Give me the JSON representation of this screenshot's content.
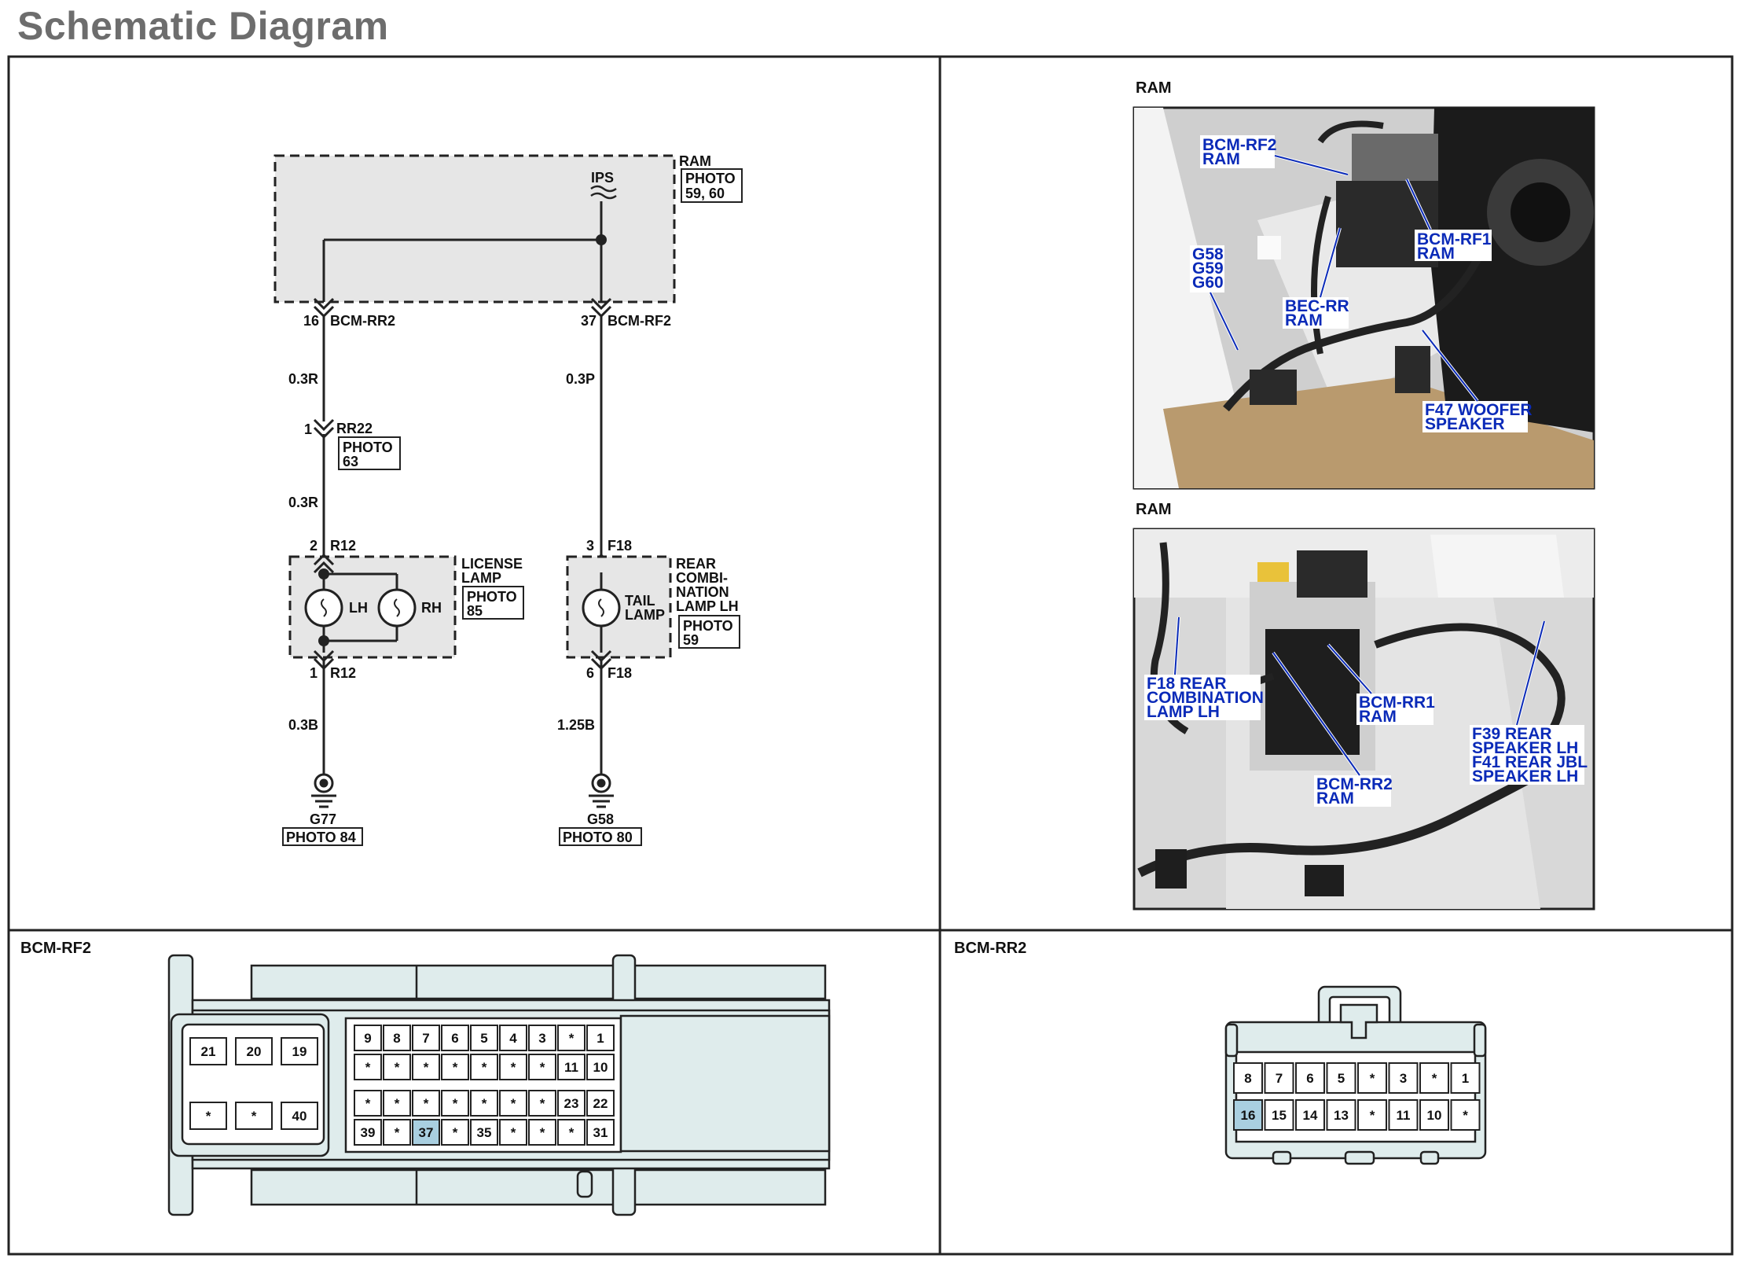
{
  "page_title": "Schematic Diagram",
  "schematic": {
    "ram_label": "RAM",
    "ram_photo_1": "PHOTO",
    "ram_photo_2": "59, 60",
    "ips_label": "IPS",
    "left_connector": {
      "pin": "16",
      "name": "BCM-RR2"
    },
    "right_connector": {
      "pin": "37",
      "name": "BCM-RF2"
    },
    "left_wire_1": "0.3R",
    "right_wire_1": "0.3P",
    "rr22": {
      "pin": "1",
      "name": "RR22",
      "photo_1": "PHOTO",
      "photo_2": "63"
    },
    "left_wire_2": "0.3R",
    "r12_top": {
      "pin": "2",
      "name": "R12"
    },
    "f18_top": {
      "pin": "3",
      "name": "F18"
    },
    "license_lamp": {
      "line1": "LICENSE",
      "line2": "LAMP",
      "photo_1": "PHOTO",
      "photo_2": "85",
      "lh": "LH",
      "rh": "RH"
    },
    "rear_combi": {
      "line1": "REAR",
      "line2": "COMBI-",
      "line3": "NATION",
      "line4": "LAMP LH",
      "photo_1": "PHOTO",
      "photo_2": "59",
      "tail_1": "TAIL",
      "tail_2": "LAMP"
    },
    "r12_bottom": {
      "pin": "1",
      "name": "R12"
    },
    "f18_bottom": {
      "pin": "6",
      "name": "F18"
    },
    "left_wire_3": "0.3B",
    "right_wire_3": "1.25B",
    "ground_left": {
      "name": "G77",
      "photo": "PHOTO 84"
    },
    "ground_right": {
      "name": "G58",
      "photo": "PHOTO 80"
    }
  },
  "photos": {
    "top": {
      "title": "RAM",
      "labels": [
        {
          "line1": "BCM-RF2",
          "line2": "RAM"
        },
        {
          "line1": "BCM-RF1",
          "line2": "RAM"
        },
        {
          "line1": "G58",
          "line2": "G59",
          "line3": "G60"
        },
        {
          "line1": "BEC-RR",
          "line2": "RAM"
        },
        {
          "line1": "F47 WOOFER",
          "line2": "SPEAKER"
        }
      ]
    },
    "bottom": {
      "title": "RAM",
      "labels": [
        {
          "line1": "F18 REAR",
          "line2": "COMBINATION",
          "line3": "LAMP LH"
        },
        {
          "line1": "BCM-RR1",
          "line2": "RAM"
        },
        {
          "line1": "BCM-RR2",
          "line2": "RAM"
        },
        {
          "line1": "F39 REAR",
          "line2": "SPEAKER LH",
          "line3": "F41 REAR JBL",
          "line4": "SPEAKER LH"
        }
      ]
    }
  },
  "connector_rf2": {
    "title": "BCM-RF2",
    "left_block_top": [
      "21",
      "20",
      "19"
    ],
    "left_block_bottom": [
      "*",
      "*",
      "40"
    ],
    "row1": [
      "9",
      "8",
      "7",
      "6",
      "5",
      "4",
      "3",
      "*",
      "1"
    ],
    "row2": [
      "*",
      "*",
      "*",
      "*",
      "*",
      "*",
      "*",
      "11",
      "10"
    ],
    "row3": [
      "*",
      "*",
      "*",
      "*",
      "*",
      "*",
      "*",
      "23",
      "22"
    ],
    "row4": [
      "39",
      "*",
      "37",
      "*",
      "35",
      "*",
      "*",
      "*",
      "31"
    ],
    "highlight_pin": "37"
  },
  "connector_rr2": {
    "title": "BCM-RR2",
    "row1": [
      "8",
      "7",
      "6",
      "5",
      "*",
      "3",
      "*",
      "1"
    ],
    "row2": [
      "16",
      "15",
      "14",
      "13",
      "*",
      "11",
      "10",
      "*"
    ],
    "highlight_pin": "16"
  },
  "colors": {
    "title": "#6d6d6d",
    "photo_label": "#0a2ab8",
    "highlight": "#a9cfe0",
    "connector_fill": "#dfecec"
  }
}
